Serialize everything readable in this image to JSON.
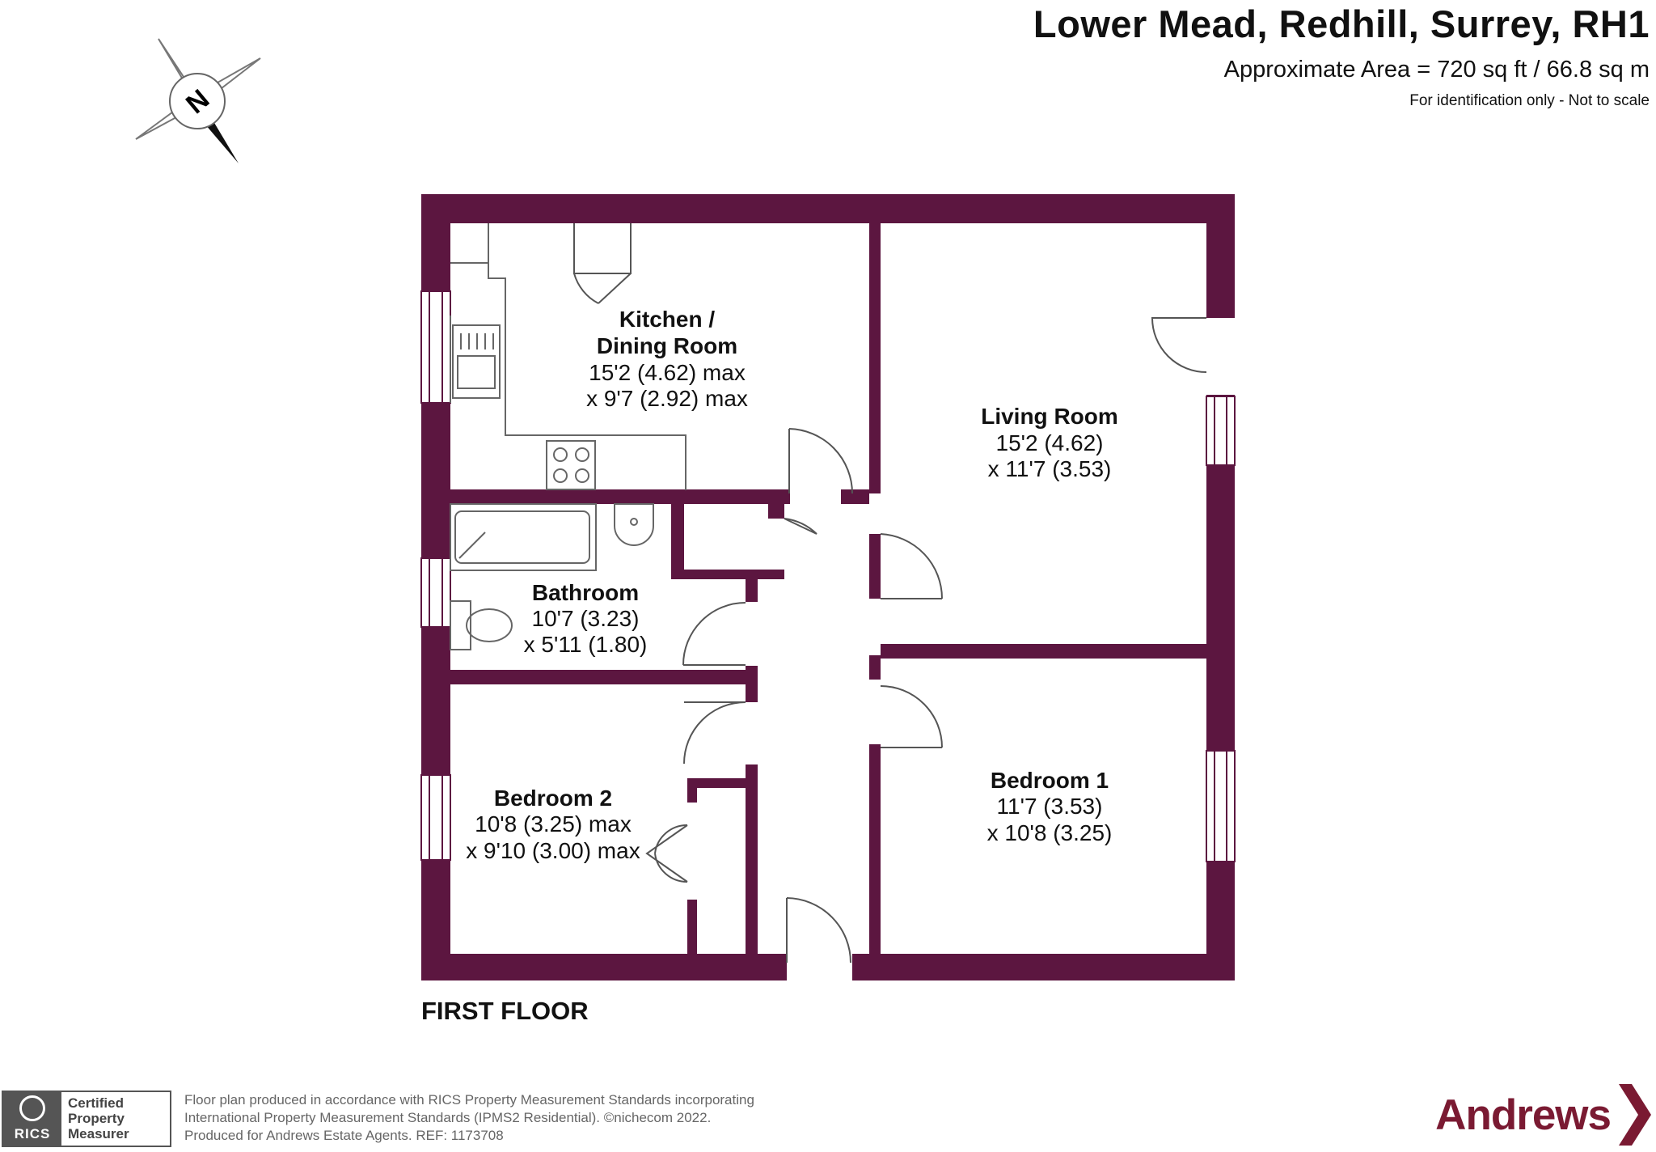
{
  "header": {
    "title": "Lower Mead, Redhill, Surrey, RH1",
    "area": "Approximate Area = 720 sq ft / 66.8 sq m",
    "disclaimer": "For identification only - Not to scale"
  },
  "compass": {
    "letter": "N",
    "icon": "north-arrow-icon"
  },
  "rooms": {
    "kitchen": {
      "name_line1": "Kitchen /",
      "name_line2": "Dining Room",
      "dim1": "15'2 (4.62) max",
      "dim2": "x 9'7 (2.92) max"
    },
    "living": {
      "name": "Living Room",
      "dim1": "15'2 (4.62)",
      "dim2": "x 11'7 (3.53)"
    },
    "bathroom": {
      "name": "Bathroom",
      "dim1": "10'7 (3.23)",
      "dim2": "x 5'11 (1.80)"
    },
    "bedroom2": {
      "name": "Bedroom 2",
      "dim1": "10'8 (3.25) max",
      "dim2": "x 9'10 (3.00) max"
    },
    "bedroom1": {
      "name": "Bedroom 1",
      "dim1": "11'7 (3.53)",
      "dim2": "x 10'8 (3.25)"
    }
  },
  "floor_label": "FIRST FLOOR",
  "footer": {
    "rics_text": "RICS",
    "rics_cert_line1": "Certified",
    "rics_cert_line2": "Property",
    "rics_cert_line3": "Measurer",
    "note_line1": "Floor plan produced in accordance with RICS Property Measurement Standards incorporating",
    "note_line2": "International Property Measurement Standards (IPMS2 Residential).   ©nichecom 2022.",
    "note_line3": "Produced for Andrews Estate Agents.   REF:  1173708"
  },
  "brand": {
    "name": "Andrews",
    "color": "#7a1a32"
  },
  "colors": {
    "wall": "#5c1640",
    "fixture_line": "#666666"
  }
}
